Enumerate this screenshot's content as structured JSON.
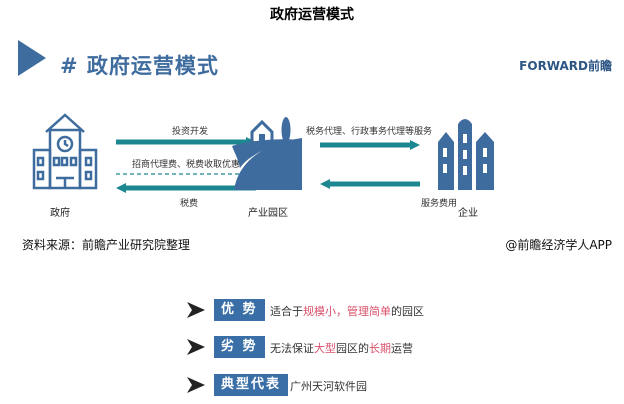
{
  "page_title": "政府运营模式",
  "header": {
    "heading": "# 政府运营模式",
    "logo_text": "FORWARD前瞻"
  },
  "diagram": {
    "nodes": {
      "government": "政府",
      "park": "产业园区",
      "enterprise": "企业"
    },
    "flows": {
      "invest": "投资开发",
      "incentive": "招商代理费、税费收取优惠",
      "tax": "税费",
      "services": "税务代理、行政事务代理等服务",
      "service_fee": "服务费用"
    }
  },
  "footer": {
    "source": "资料来源：前瞻产业研究院整理",
    "credit": "@前瞻经济学人APP"
  },
  "summary": [
    {
      "badge": "优 势",
      "parts": [
        [
          "适合于",
          false
        ],
        [
          "规模小，管理简单",
          true
        ],
        [
          "的园区",
          false
        ]
      ]
    },
    {
      "badge": "劣 势",
      "parts": [
        [
          "无法保证",
          false
        ],
        [
          "大型",
          true
        ],
        [
          "园区的",
          false
        ],
        [
          "长期",
          true
        ],
        [
          "运营",
          false
        ]
      ]
    },
    {
      "badge": "典型代表",
      "parts": [
        [
          "广州天河软件园",
          false
        ]
      ]
    }
  ],
  "colors": {
    "blue": "#3a6ea6",
    "teal": "#1d8791",
    "highlight": "#d9506a"
  }
}
